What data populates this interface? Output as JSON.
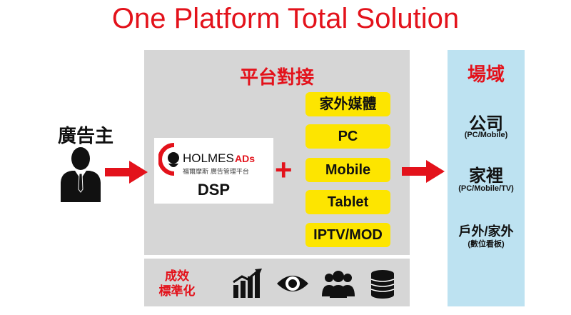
{
  "title": "One Platform Total Solution",
  "advertiser": {
    "label": "廣告主",
    "icon": "businessman-icon"
  },
  "platform": {
    "title": "平台對接",
    "dsp": {
      "logo_text": "HOLMES",
      "logo_ads": "ADs",
      "logo_subtitle": "福爾摩斯 廣告管理平台",
      "label": "DSP"
    },
    "plus": "+",
    "channels": [
      "家外媒體",
      "PC",
      "Mobile",
      "Tablet",
      "IPTV/MOD"
    ]
  },
  "metrics": {
    "label_line1": "成效",
    "label_line2": "標準化",
    "icons": [
      "bar-chart-growth-icon",
      "eye-icon",
      "people-group-icon",
      "coin-stack-icon"
    ]
  },
  "domain": {
    "title": "場域",
    "items": [
      {
        "name": "公司",
        "sub": "(PC/Mobile)"
      },
      {
        "name": "家裡",
        "sub": "(PC/Mobile/TV)"
      },
      {
        "name": "戶外/家外",
        "sub": "(數位看板)"
      }
    ]
  },
  "colors": {
    "accent_red": "#e3121b",
    "yellow": "#fde500",
    "panel_gray": "#d6d6d6",
    "light_blue": "#bde2f1"
  }
}
